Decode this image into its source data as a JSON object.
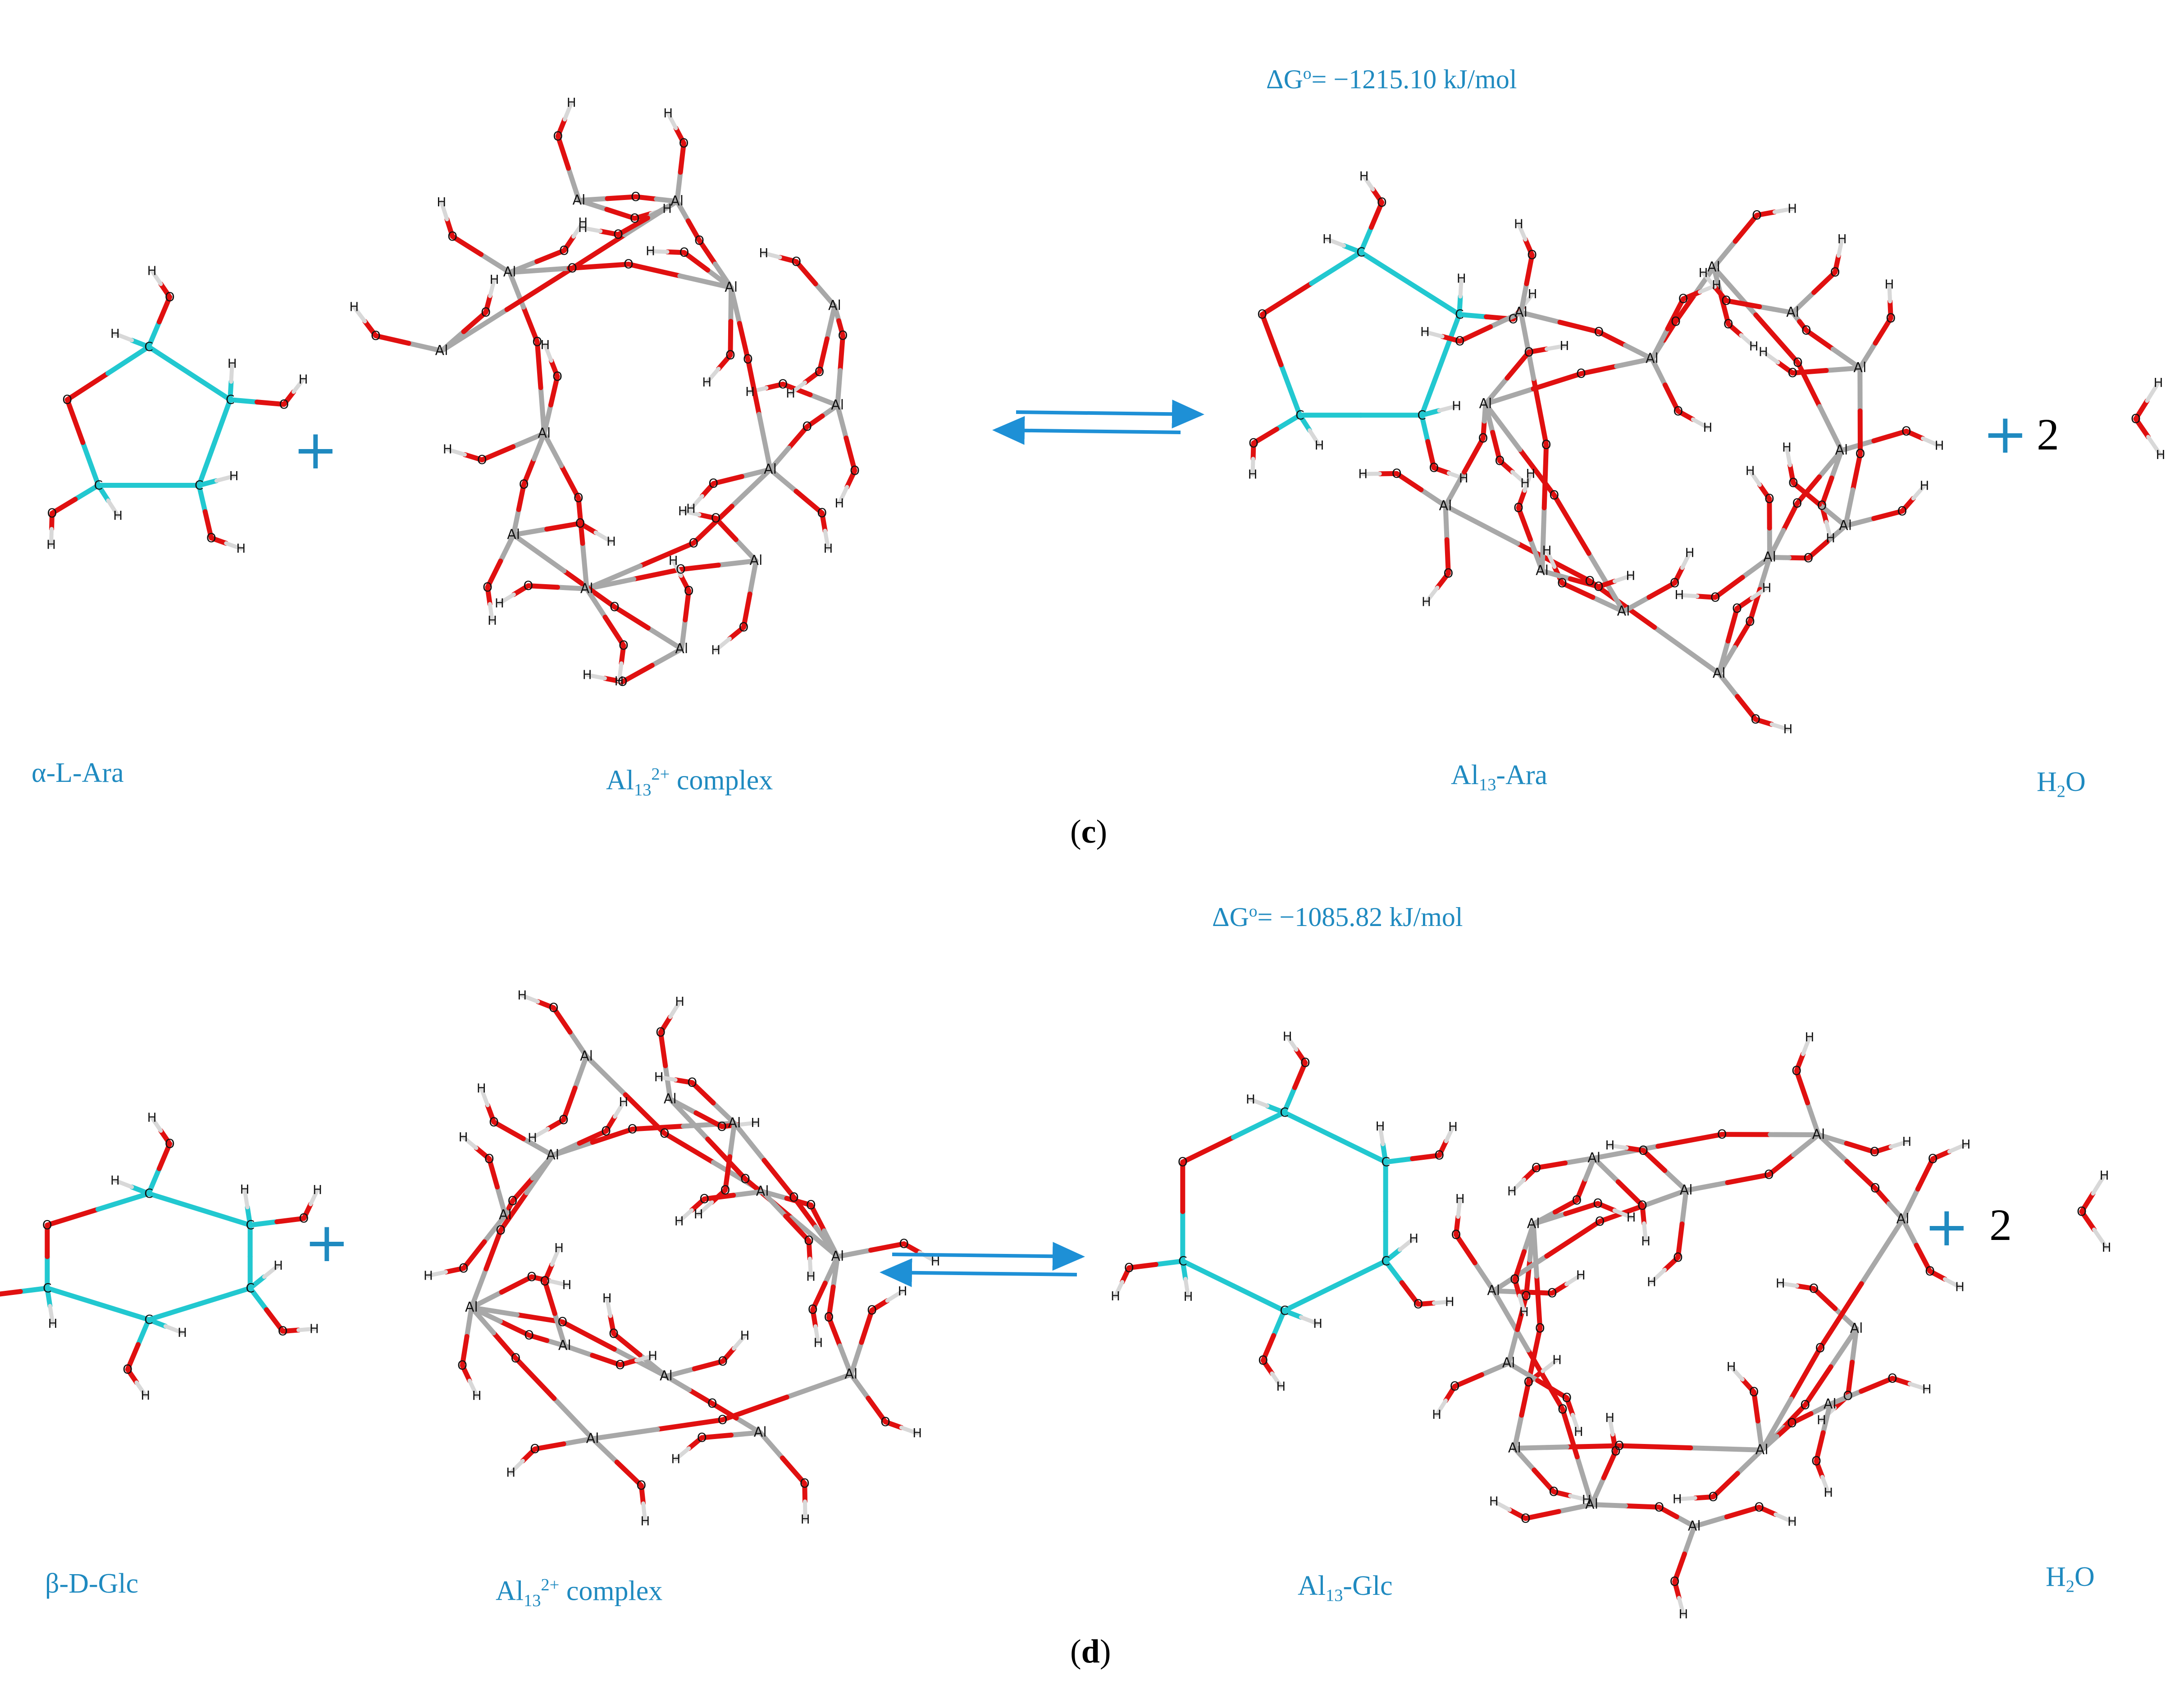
{
  "panels": {
    "c": {
      "letter": "c",
      "delta_g_symbol": "ΔG",
      "delta_g_sup": "o",
      "delta_g_value": "= −1215.10 kJ/mol",
      "labels": {
        "sugar": "α-L-Ara",
        "complex_base": "Al",
        "complex_sub": "13",
        "complex_sup": "2+",
        "complex_tail": " complex",
        "product_base": "Al",
        "product_sub": "13",
        "product_tail": "-Ara",
        "water_base": "H",
        "water_sub": "2",
        "water_tail": "O"
      },
      "plus": "+",
      "coefficient": "2"
    },
    "d": {
      "letter": "d",
      "delta_g_symbol": "ΔG",
      "delta_g_sup": "o",
      "delta_g_value": "= −1085.82 kJ/mol",
      "labels": {
        "sugar": "β-D-Glc",
        "complex_base": "Al",
        "complex_sub": "13",
        "complex_sup": "2+",
        "complex_tail": " complex",
        "product_base": "Al",
        "product_sub": "13",
        "product_tail": "-Glc",
        "water_base": "H",
        "water_sub": "2",
        "water_tail": "O"
      },
      "plus": "+",
      "coefficient": "2"
    }
  },
  "atom_labels": {
    "hydrogen": "H",
    "oxygen": "O",
    "carbon": "C",
    "aluminium": "Al"
  },
  "colors": {
    "label_blue": "#1f8ac0",
    "arrow_blue": "#1e90d6",
    "oxygen_red": "#e01010",
    "carbon_cyan": "#22c8d0",
    "aluminium_grey": "#a8a8a8",
    "hydrogen_white": "#d8d8d8"
  }
}
